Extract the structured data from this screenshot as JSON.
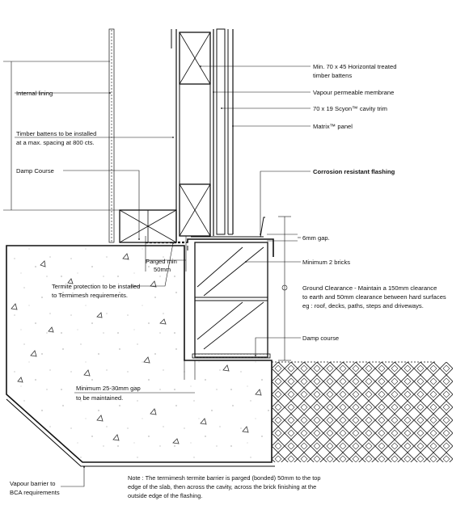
{
  "labels": {
    "internal_lining": "Internal lining",
    "timber_battens_1": "Timber battens to be installed",
    "timber_battens_2": "at a max. spacing at 800 cts.",
    "damp_course_left": "Damp Course",
    "parged_1": "Parged min",
    "parged_2": "50mm",
    "termite_1": "Termite protection to be installed",
    "termite_2": "to Termimesh requirements.",
    "min_gap_1": "Minimum 25-30mm gap",
    "min_gap_2": "to be maintained.",
    "vapour_1": "Vapour barrier to",
    "vapour_2": "BCA requirements",
    "horiz_battens_1": "Min. 70 x 45 Horizontal treated",
    "horiz_battens_2": "timber battens",
    "vapour_membrane": "Vapour permeable membrane",
    "cavity_trim": "70 x 19 Scyon™ cavity trim",
    "matrix_panel": "Matrix™ panel",
    "flashing": "Corrosion resistant flashing",
    "gap_6mm": "6mm gap.",
    "min_bricks": "Minimum 2 bricks",
    "ground_1": "Ground Clearance - Maintain a 150mm clearance",
    "ground_2": "to earth and 50mm clearance between hard surfaces",
    "ground_3": "eg : roof, decks, paths, steps and driveways.",
    "damp_course_right": "Damp course"
  },
  "note": {
    "line1": "Note : The termimesh termite barrier is parged (bonded) 50mm to the top",
    "line2": "edge of the slab, then across the cavity, across the brick finishing at the",
    "line3": "outside edge of the flashing."
  }
}
